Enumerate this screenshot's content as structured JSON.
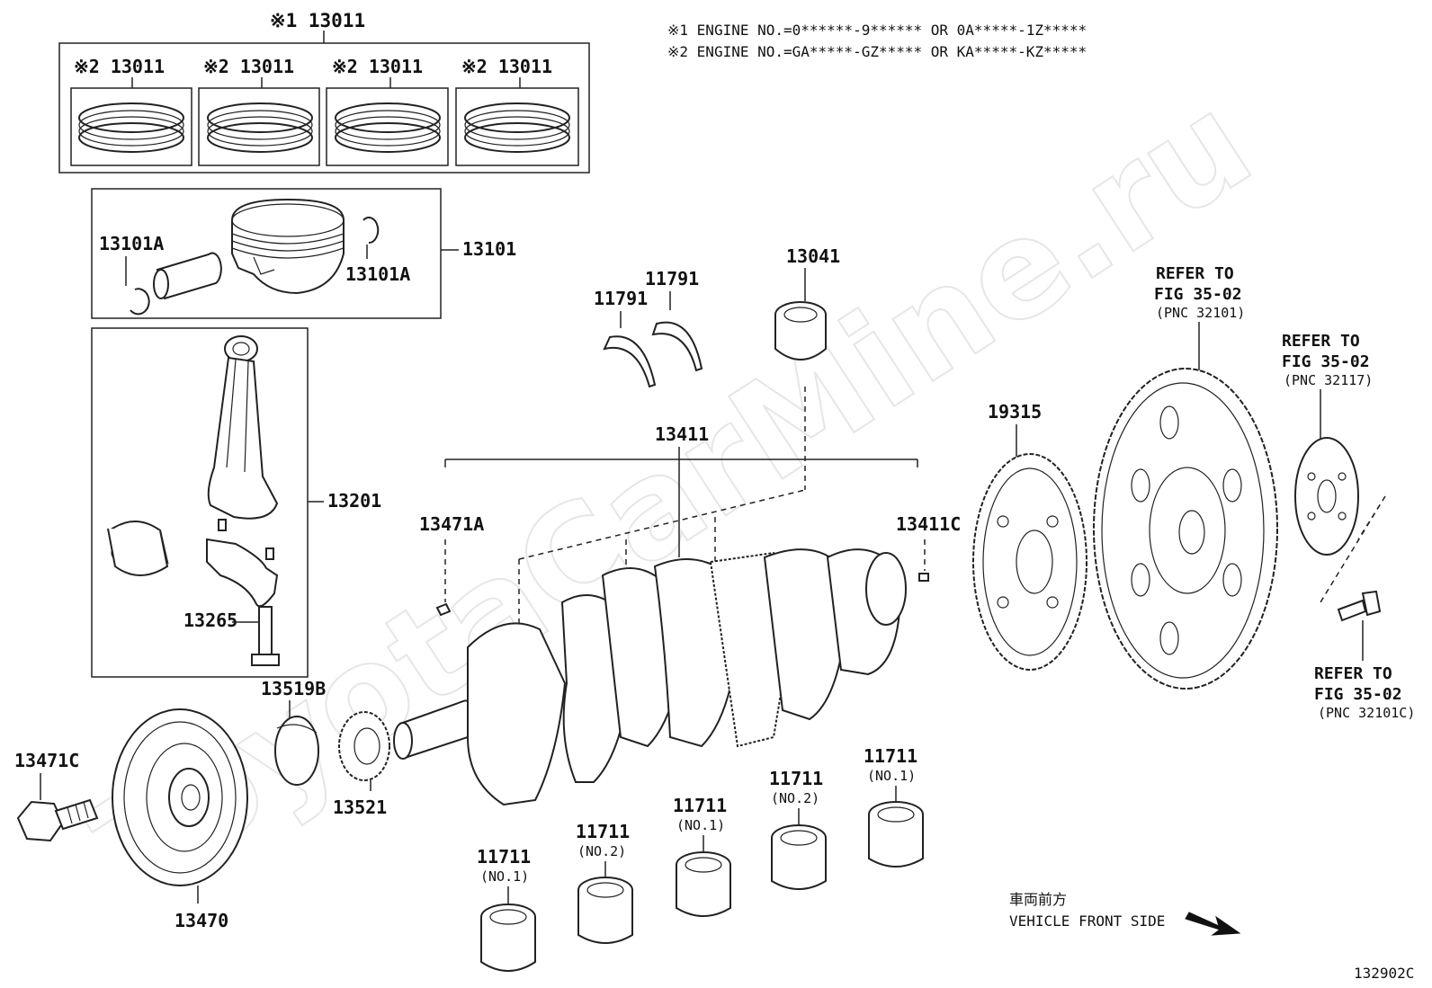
{
  "notes": {
    "note1": "※1 ENGINE NO.=0******-9****** OR 0A*****-1Z*****",
    "note2": "※2 ENGINE NO.=GA*****-GZ***** OR KA*****-KZ*****"
  },
  "watermark": "ToyotaCarMine.ru",
  "figure_code": "132902C",
  "direction": {
    "jp": "車両前方",
    "en": "VEHICLE FRONT SIDE"
  },
  "labels": {
    "ring_set_main": "※1 13011",
    "ring_1": "※2 13011",
    "ring_2": "※2 13011",
    "ring_3": "※2 13011",
    "ring_4": "※2 13011",
    "piston_clip_left": "13101A",
    "piston_clip_right": "13101A",
    "piston": "13101",
    "con_rod": "13201",
    "con_rod_bolt": "13265",
    "pulley_bolt": "13471C",
    "pulley": "13470",
    "key": "13519B",
    "timing_gear": "13521",
    "crankshaft": "13411",
    "crank_key_a": "13471A",
    "crank_pin_c": "13411C",
    "thrust_washer_1": "11791",
    "thrust_washer_2": "11791",
    "con_rod_bearing": "13041",
    "plate": "19315",
    "bearing_1": "11711",
    "bearing_1_sub": "(NO.1)",
    "bearing_2": "11711",
    "bearing_2_sub": "(NO.2)",
    "bearing_3": "11711",
    "bearing_3_sub": "(NO.1)",
    "bearing_4": "11711",
    "bearing_4_sub": "(NO.2)",
    "bearing_5": "11711",
    "bearing_5_sub": "(NO.1)"
  },
  "references": {
    "flywheel": [
      "REFER TO",
      "FIG 35-02",
      "(PNC 32101)"
    ],
    "spacer": [
      "REFER TO",
      "FIG 35-02",
      "(PNC 32117)"
    ],
    "flywheel_bolt": [
      "REFER TO",
      "FIG 35-02",
      "(PNC 32101C)"
    ]
  }
}
